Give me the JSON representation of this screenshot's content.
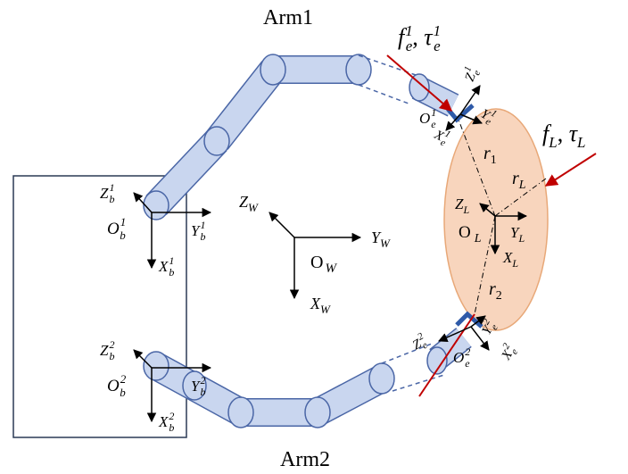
{
  "labels": {
    "arm1": "Arm1",
    "arm2": "Arm2",
    "world": {
      "origin": "O",
      "origin_sub": "W",
      "x": "X",
      "x_sub": "W",
      "y": "Y",
      "y_sub": "W",
      "z": "Z",
      "z_sub": "W"
    },
    "base1": {
      "origin": "O",
      "sub": "b",
      "sup": "1",
      "x": "X",
      "y": "Y",
      "z": "Z"
    },
    "base2": {
      "origin": "O",
      "sub": "b",
      "sup": "2",
      "x": "X",
      "y": "Y",
      "z": "Z"
    },
    "ee1": {
      "origin": "O",
      "sub": "e",
      "sup": "1",
      "x": "X",
      "y": "Y",
      "z": "Z"
    },
    "ee2": {
      "origin": "O",
      "sub": "e",
      "sup": "2",
      "x": "X",
      "y": "Y",
      "z": "Z"
    },
    "load": {
      "origin": "O",
      "sub": "L",
      "x": "X",
      "y": "Y",
      "z": "Z"
    },
    "force_e1": {
      "f": "f",
      "tau": "τ",
      "sub": "e",
      "sup": "1"
    },
    "force_L": {
      "f": "f",
      "tau": "τ",
      "sub": "L"
    },
    "r1": {
      "r": "r",
      "sub": "1"
    },
    "r2": {
      "r": "r",
      "sub": "2"
    },
    "rL": {
      "r": "r",
      "sub": "L"
    }
  },
  "colors": {
    "link_fill": "#c9d6ef",
    "link_stroke": "#4a66a6",
    "gripper": "#2e5aa8",
    "object_fill": "#f8d5bd",
    "object_stroke": "#e8a878",
    "force_arrow": "#c00000",
    "frame": "#000000"
  }
}
